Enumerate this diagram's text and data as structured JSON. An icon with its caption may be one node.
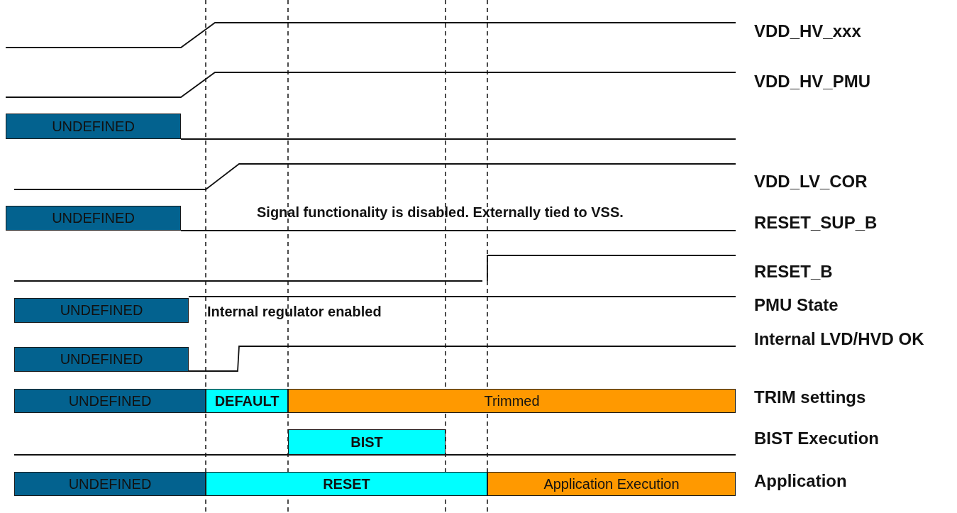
{
  "diagram": {
    "nodes": [
      {
        "text": [
          "UNDEFINED"
        ]
      },
      {
        "text": [
          "UNDEFINED"
        ]
      },
      {
        "text": [
          "UNDEFINED"
        ]
      },
      {
        "text": [
          "UNDEFINED"
        ]
      },
      {
        "text": [
          "UNDEFINED"
        ]
      },
      {
        "text": [
          "DEFAULT"
        ]
      },
      {
        "text": [
          "Trimmed"
        ]
      },
      {
        "text": [
          "BIST"
        ]
      },
      {
        "text": [
          "UNDEFINED"
        ]
      },
      {
        "text": [
          "RESET"
        ]
      },
      {
        "text": [
          "Application Execution"
        ]
      }
    ],
    "labels": [
      "VDD_HV_xxx",
      "VDD_HV_PMU",
      "VDD_LV_COR",
      "Signal functionality is disabled. Externally tied to VSS.",
      "RESET_SUP_B",
      "RESET_B",
      "PMU State",
      "Internal regulator enabled",
      "Internal LVD/HVD OK",
      "TRIM settings",
      "BIST Execution",
      "Application"
    ]
  }
}
